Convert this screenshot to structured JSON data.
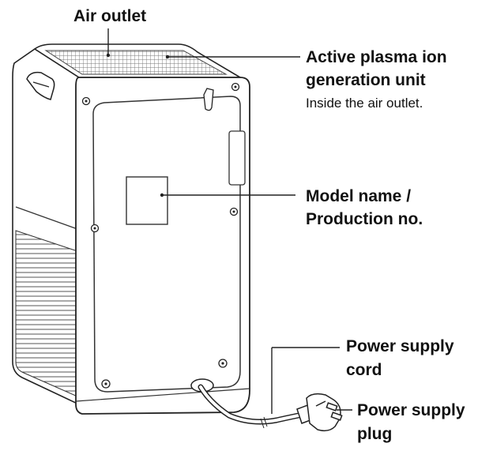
{
  "labels": {
    "air_outlet": "Air outlet",
    "plasma_unit_line1": "Active plasma ion",
    "plasma_unit_line2": "generation unit",
    "plasma_unit_note": "Inside the air outlet.",
    "model_name_line1": "Model name /",
    "model_name_line2": "Production no.",
    "cord_line1": "Power supply",
    "cord_line2": "cord",
    "plug_line1": "Power supply",
    "plug_line2": "plug"
  }
}
